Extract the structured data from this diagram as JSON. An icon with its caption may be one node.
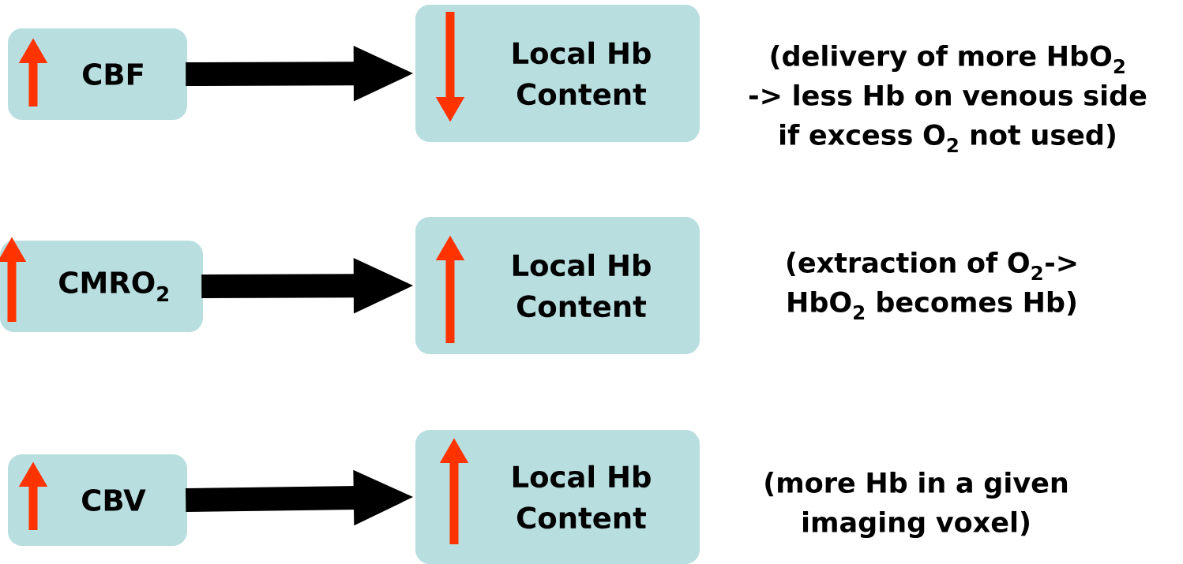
{
  "diagram": {
    "nodes": [
      {
        "text": [
          "CBF"
        ]
      },
      {
        "text": [
          "Local Hb Content"
        ],
        "beside": [
          "(delivery of more HbO$_{2}$ -> less Hb on venous side if excess O$_{2}$ not used)"
        ]
      },
      {
        "text": [
          "CMRO$_{2}$"
        ]
      },
      {
        "text": [
          "Local Hb Content"
        ],
        "beside": [
          "(extraction of O$_{2}$-> HbO$_{2}$ becomes Hb)"
        ]
      },
      {
        "text": [
          "CBV"
        ]
      },
      {
        "text": [
          "Local Hb Content"
        ],
        "beside": [
          "(more Hb in a given imaging voxel)"
        ]
      }
    ],
    "edges": [
      {
        "from": 0,
        "to": 1,
        "arrow": "to"
      },
      {
        "from": 2,
        "to": 3,
        "arrow": "to"
      },
      {
        "from": 4,
        "to": 5,
        "arrow": "to"
      }
    ]
  }
}
